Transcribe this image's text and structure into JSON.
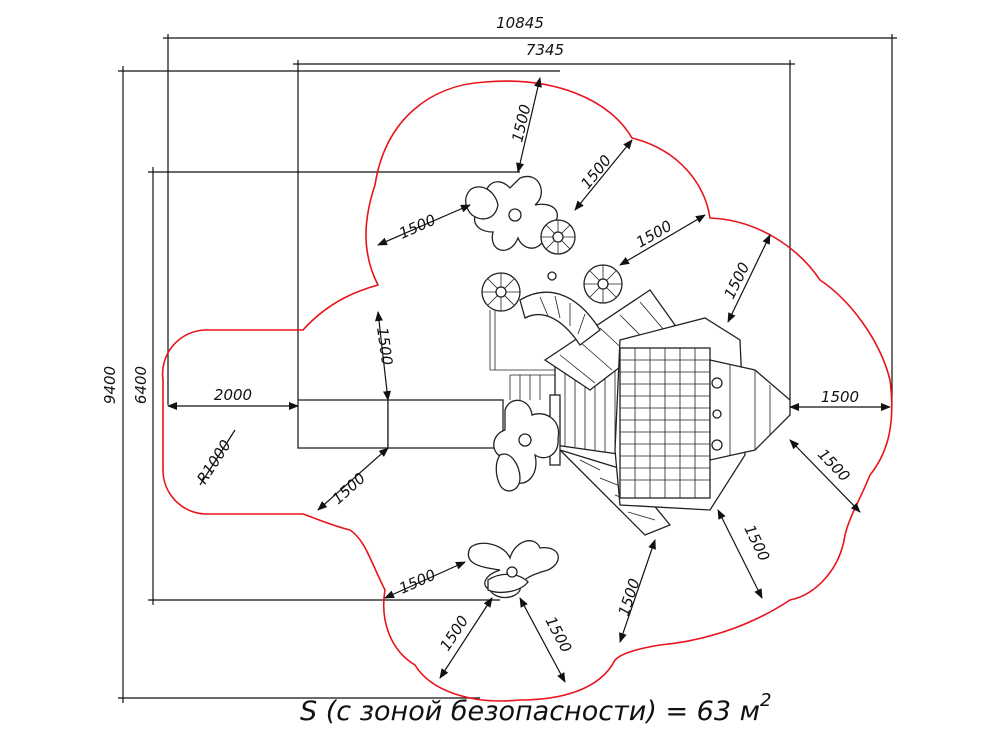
{
  "dimensions": {
    "overall_width": "10845",
    "platform_width": "7345",
    "overall_height": "9400",
    "platform_height": "6400",
    "slide_offset": "2000",
    "radius": "R1000",
    "safety_distance": "1500"
  },
  "caption": {
    "text": "S (с зоной безопасности) = 63 м",
    "superscript": "2"
  },
  "colors": {
    "safety_zone": "#e8131b",
    "lines": "#111111"
  }
}
